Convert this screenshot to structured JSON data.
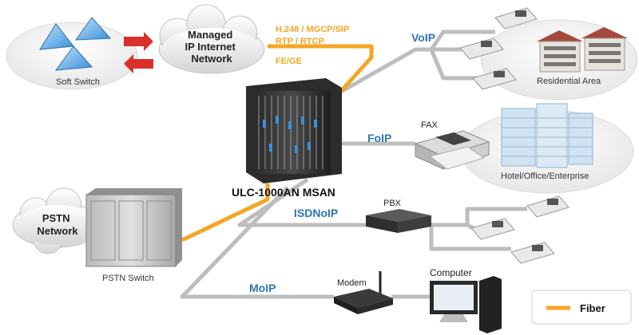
{
  "nodes": {
    "soft_switch": "Soft Switch",
    "managed_network": [
      "Managed",
      "IP Internet",
      "Network"
    ],
    "msan": "ULC-1000AN MSAN",
    "pstn_network": [
      "PSTN",
      "Network"
    ],
    "pstn_switch": "PSTN Switch",
    "residential": "Residential Area",
    "fax": "FAX",
    "hotel": "Hotel/Office/Enterprise",
    "pbx": "PBX",
    "modem": "Modem",
    "computer": "Computer"
  },
  "protocols": {
    "h248": "H.248 / MGCP/SIP",
    "rtp": "RTP / RTCP",
    "fege": "FE/GE"
  },
  "services": {
    "voip": "VoIP",
    "foip": "FoIP",
    "isdnoip": "ISDNoIP",
    "moip": "MoIP"
  },
  "legend": {
    "fiber": "Fiber"
  },
  "colors": {
    "fiber": "#f5a623",
    "copper": "#bcbcbc",
    "service_text": "#2f74b5",
    "protocol_text": "#f5a623"
  }
}
